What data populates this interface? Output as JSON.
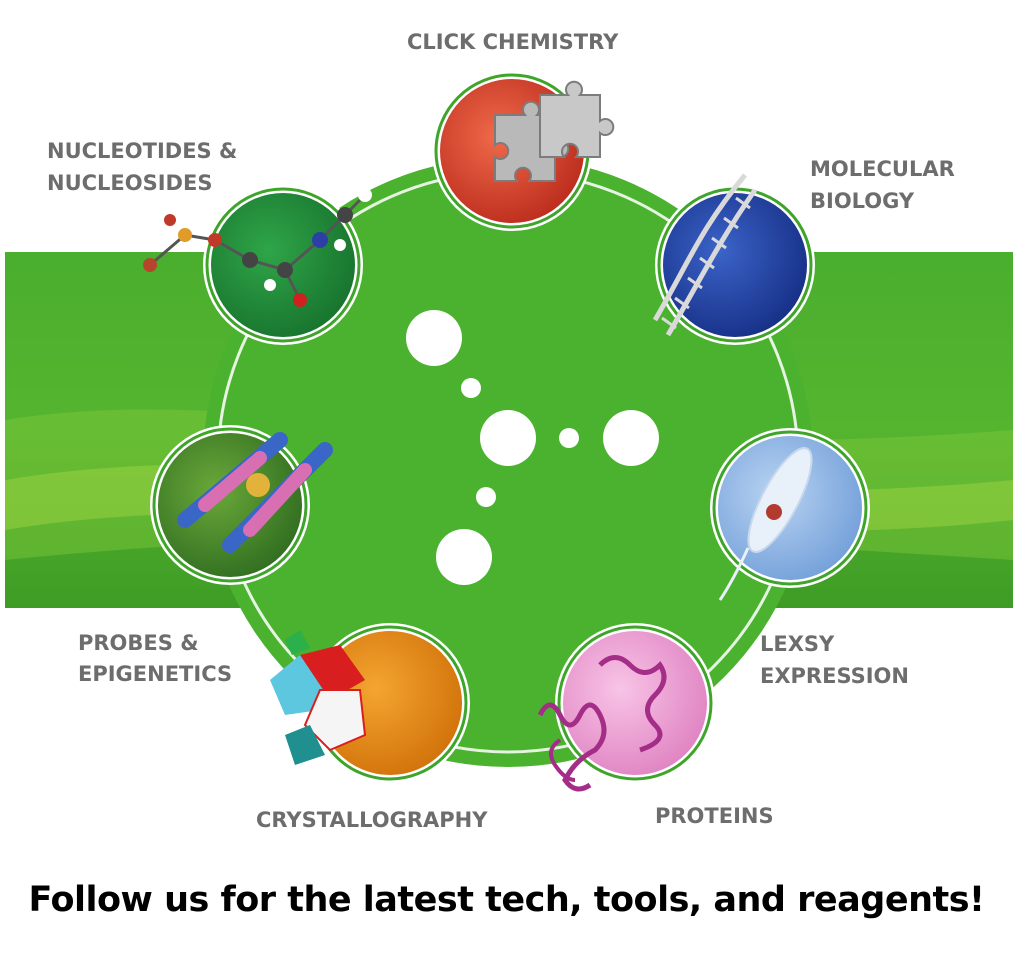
{
  "labels": {
    "click_chemistry": "CLICK CHEMISTRY",
    "nucleotides_line1": "NUCLEOTIDES &",
    "nucleotides_line2": "NUCLEOSIDES",
    "molecular_line1": "MOLECULAR",
    "molecular_line2": "BIOLOGY",
    "lexsy_line1": "LEXSY",
    "lexsy_line2": "EXPRESSION",
    "probes_line1": "PROBES &",
    "probes_line2": "EPIGENETICS",
    "crystallography": "CRYSTALLOGRAPHY",
    "proteins": "PROTEINS"
  },
  "tagline": "Follow us for the latest tech, tools, and reagents!",
  "colors": {
    "green": "#4caf2f",
    "label_gray": "#6d6d6d",
    "click_chemistry": "#d9412b",
    "molecular_biology": "#1e3f9e",
    "nucleotides": "#1f8a3a",
    "lexsy_expression": "#8fb6e6",
    "probes_epigenetics": "#3f7d2a",
    "crystallography": "#e68a12",
    "proteins": "#ec9ad0"
  },
  "icons": [
    "puzzle-icon",
    "dna-helix-icon",
    "nucleotide-molecule-icon",
    "parasite-cell-icon",
    "chromosome-icon",
    "crystal-icon",
    "protein-ribbon-icon"
  ]
}
